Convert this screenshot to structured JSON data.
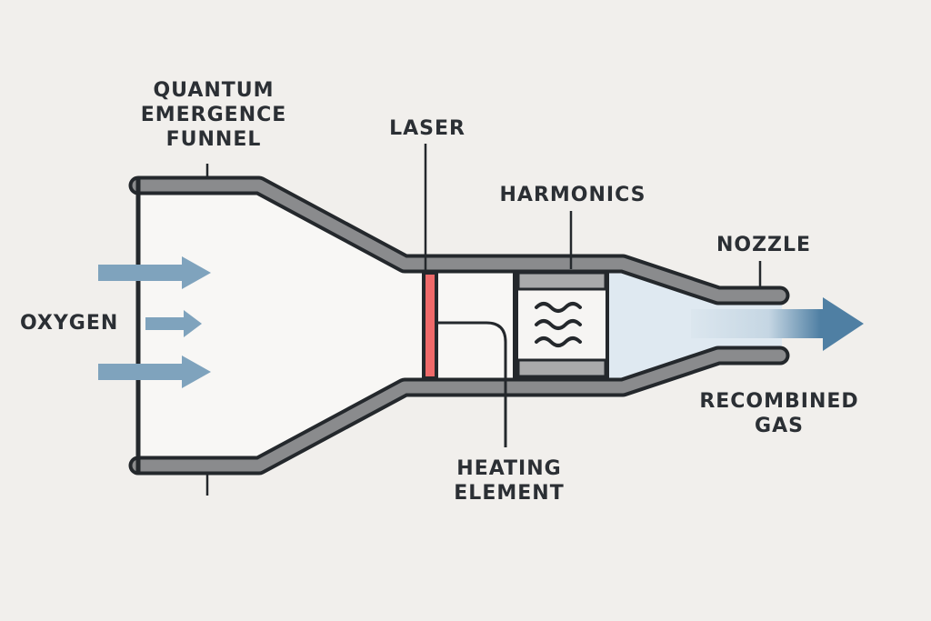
{
  "labels": {
    "funnel": [
      "QUANTUM",
      "EMERGENCE",
      "FUNNEL"
    ],
    "laser": "LASER",
    "harmonics": "HARMONICS",
    "nozzle": "NOZZLE",
    "oxygen": "OXYGEN",
    "heating": [
      "HEATING",
      "ELEMENT"
    ],
    "recombined": [
      "RECOMBINED",
      "GAS"
    ]
  },
  "colors": {
    "background": "#f1efec",
    "wall": "#8a8b8d",
    "outline": "#24282c",
    "laser": "#ef6a6a",
    "arrow": "#7fa3bd",
    "output_arrow": "#4f7fa3"
  }
}
